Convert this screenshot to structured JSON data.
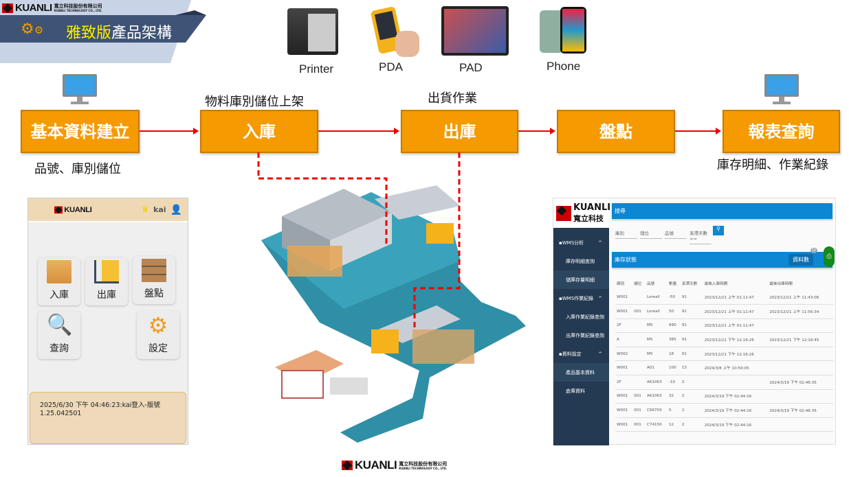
{
  "header": {
    "logo_name": "KUANLI",
    "logo_cn": "寬立科技股份有限公司",
    "logo_en": "KUANLI TECHNOLOGY CO., LTD.",
    "title_highlight": "雅致版",
    "title_rest": "產品架構"
  },
  "devices": [
    {
      "label": "Printer"
    },
    {
      "label": "PDA"
    },
    {
      "label": "PAD"
    },
    {
      "label": "Phone"
    }
  ],
  "flow": {
    "steps": [
      {
        "label": "基本資料建立",
        "below": "品號、庫別儲位"
      },
      {
        "label": "入庫",
        "above": "物料庫別儲位上架"
      },
      {
        "label": "出庫",
        "above": "出貨作業"
      },
      {
        "label": "盤點"
      },
      {
        "label": "報表查詢",
        "below": "庫存明細、作業紀錄"
      }
    ]
  },
  "mobile_app": {
    "logo": "KUANLI",
    "user": "kai",
    "tiles": [
      {
        "label": "入庫"
      },
      {
        "label": "出庫"
      },
      {
        "label": "盤點"
      },
      {
        "label": "查詢"
      },
      {
        "label": "設定"
      }
    ],
    "message": "2025/6/30 下午 04:46:23:kai登入-版號 1.25.042501"
  },
  "web_app": {
    "logo_name": "KUANLI",
    "logo_cn": "寬立科技",
    "sidebar": [
      {
        "label": "WMS分析",
        "type": "group"
      },
      {
        "label": "庫存明細查詢",
        "type": "sub"
      },
      {
        "label": "儲庫存量明細",
        "type": "sub",
        "selected": true
      },
      {
        "label": "WMS作業紀錄",
        "type": "group"
      },
      {
        "label": "入庫作業紀錄查詢",
        "type": "sub"
      },
      {
        "label": "出庫作業紀錄查詢",
        "type": "sub"
      },
      {
        "label": "資料設定",
        "type": "group"
      },
      {
        "label": "產品基本資料",
        "type": "sub",
        "selected": true
      },
      {
        "label": "倉庫資料",
        "type": "sub"
      }
    ],
    "search_title": "搜尋",
    "fields": [
      "庫別",
      "儲位",
      "品號",
      "呆滯天數>="
    ],
    "status_title": "庫存狀態",
    "count_button": "資料數",
    "badge": "10",
    "columns": [
      "庫別",
      "儲位",
      "品號",
      "數量",
      "呆滯天數",
      "最後入庫時間",
      "最後出庫時間"
    ],
    "rows": [
      [
        "W001",
        "",
        "Loreall",
        "-50",
        "91",
        "2023/12/21 上午 01:11:47",
        "2023/12/21 上午 11:43:06"
      ],
      [
        "W001",
        "001",
        "Loreall",
        "50",
        "91",
        "2023/12/21 上午 01:11:47",
        "2023/12/21 上午 11:56:34"
      ],
      [
        "2F",
        "",
        "M5",
        "690",
        "91",
        "2023/12/21 上午 01:11:47",
        ""
      ],
      [
        "A",
        "",
        "M5",
        "385",
        "91",
        "2023/12/21 下午 12:16:26",
        "2023/12/21 下午 12:16:45"
      ],
      [
        "W002",
        "",
        "M5",
        "18",
        "91",
        "2023/12/21 下午 12:16:26",
        ""
      ],
      [
        "W001",
        "",
        "A01",
        "100",
        "13",
        "2024/3/8 上午 10:50:05",
        ""
      ],
      [
        "2F",
        "",
        "A61063",
        "-10",
        "2",
        "",
        "2024/3/19 下午 02:46:35"
      ],
      [
        "W001",
        "001",
        "A61063",
        "32",
        "2",
        "2024/3/19 下午 02:44:16",
        ""
      ],
      [
        "W001",
        "001",
        "C66703",
        "5",
        "2",
        "2024/3/19 下午 02:44:16",
        "2024/3/19 下午 02:46:35"
      ],
      [
        "W001",
        "001",
        "C74150",
        "12",
        "2",
        "2024/3/19 下午 02:44:16",
        ""
      ]
    ]
  },
  "footer": {
    "logo_name": "KUANLI",
    "logo_cn": "寬立科技股份有限公司",
    "logo_en": "KUANLI TECHNOLOGY CO., LTD."
  },
  "colors": {
    "orange": "#f59a00",
    "banner": "#3e5375",
    "accent_blue": "#0d86d3",
    "arrow": "#ee0000"
  }
}
